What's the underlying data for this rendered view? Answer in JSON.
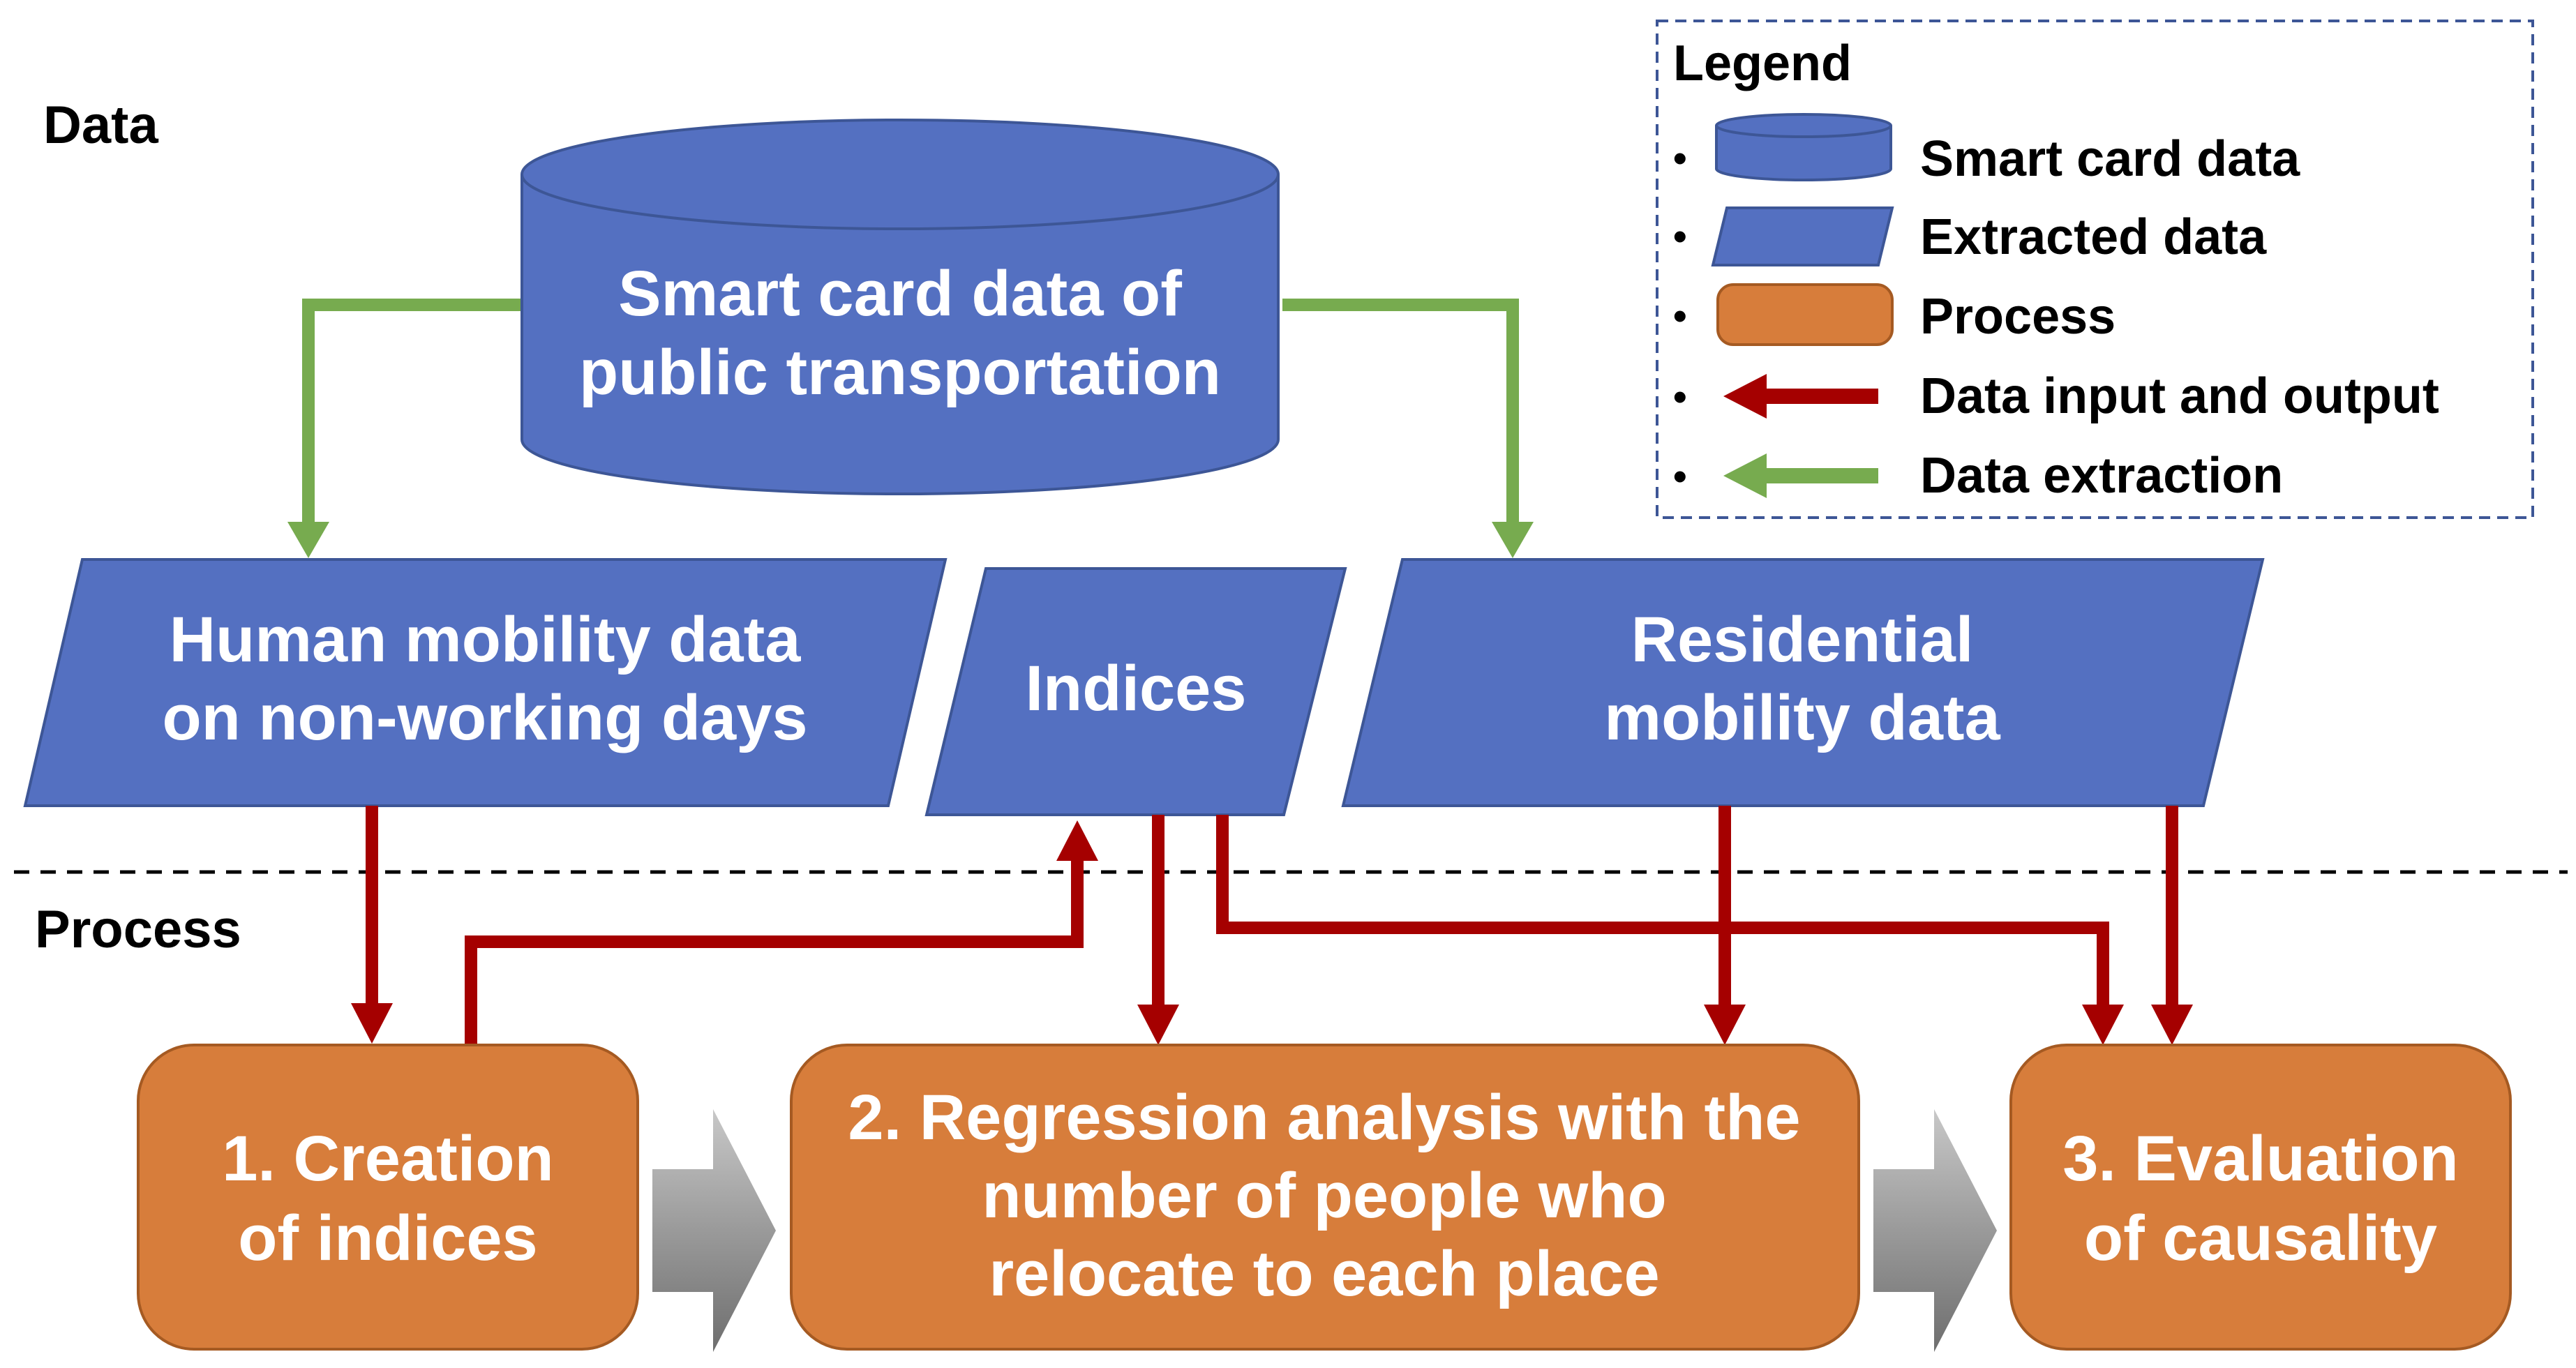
{
  "sections": {
    "data_label": "Data",
    "process_label": "Process"
  },
  "nodes": {
    "database": {
      "line1": "Smart card data of",
      "line2": "public transportation"
    },
    "human_mobility": {
      "line1": "Human mobility data",
      "line2": "on non-working days"
    },
    "indices": {
      "line1": "Indices"
    },
    "residential": {
      "line1": "Residential",
      "line2": "mobility data"
    },
    "process1": {
      "line1": "1. Creation",
      "line2": "of indices"
    },
    "process2": {
      "line1": "2. Regression analysis with the",
      "line2": "number of people who",
      "line3": "relocate to each place"
    },
    "process3": {
      "line1": "3. Evaluation",
      "line2": "of causality"
    }
  },
  "legend": {
    "title": "Legend",
    "bullet": "•",
    "items": [
      {
        "label": "Smart card data",
        "icon": "cylinder-icon"
      },
      {
        "label": "Extracted data",
        "icon": "parallelogram-icon"
      },
      {
        "label": "Process",
        "icon": "rounded-rect-icon"
      },
      {
        "label": "Data input and output",
        "icon": "red-arrow-icon"
      },
      {
        "label": "Data extraction",
        "icon": "green-arrow-icon"
      }
    ]
  },
  "colors": {
    "data_fill": "#5470c1",
    "data_stroke": "#3d5696",
    "process_fill": "#d77d3b",
    "process_stroke": "#a55a22",
    "io_arrow": "#a50000",
    "extraction_arrow": "#77ab4f",
    "flow_arrow": "#8c8c8c"
  }
}
